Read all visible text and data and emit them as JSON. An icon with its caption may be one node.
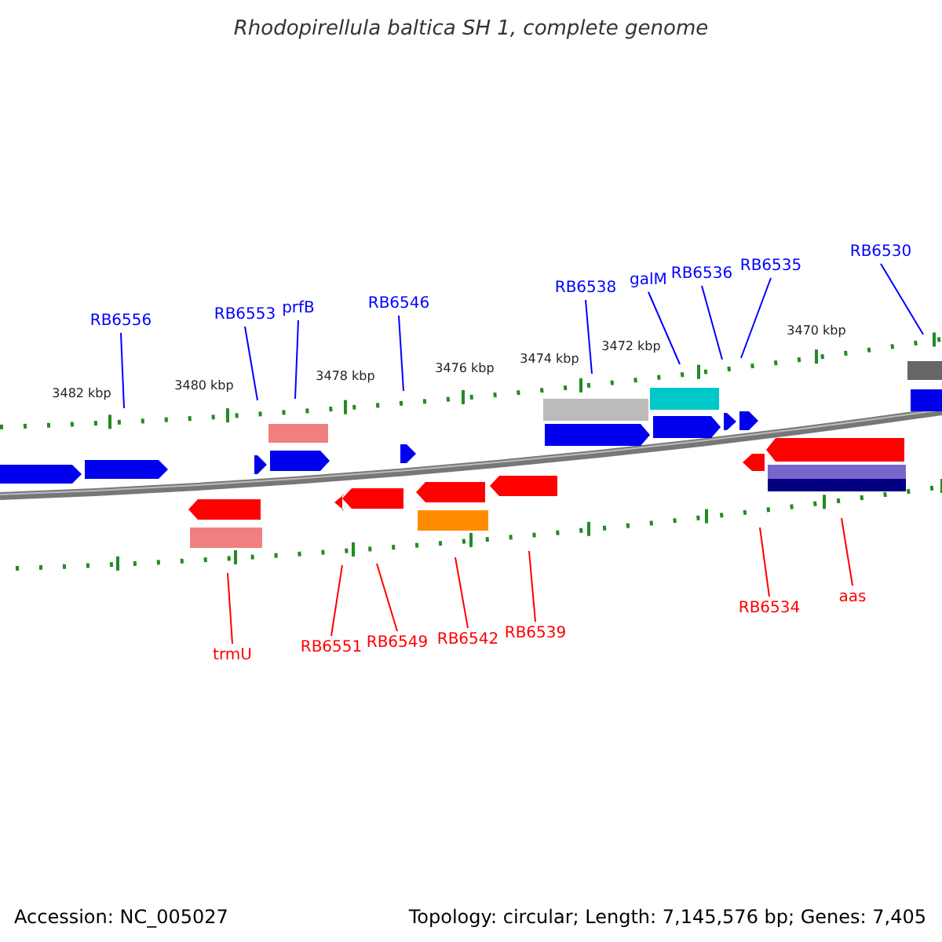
{
  "diagram": {
    "title": "Rhodopirellula baltica SH 1, complete genome",
    "nodes": [
      {
        "text": [
          "RB6556"
        ]
      },
      {
        "text": [
          "RB6553"
        ]
      },
      {
        "text": [
          "prfB"
        ]
      },
      {
        "text": [
          "RB6546"
        ]
      },
      {
        "text": [
          "RB6538"
        ]
      },
      {
        "text": [
          "galM"
        ]
      },
      {
        "text": [
          "RB6536"
        ]
      },
      {
        "text": [
          "RB6535"
        ]
      },
      {
        "text": [
          "RB6530"
        ]
      },
      {
        "text": [
          "trmU"
        ]
      },
      {
        "text": [
          "RB6551"
        ]
      },
      {
        "text": [
          "RB6549"
        ]
      },
      {
        "text": [
          "RB6542"
        ]
      },
      {
        "text": [
          "RB6539"
        ]
      },
      {
        "text": [
          "RB6534"
        ]
      },
      {
        "text": [
          "aas"
        ]
      }
    ],
    "edges": [
      {
        "from": 0,
        "to": null,
        "arrow": "none"
      },
      {
        "from": 1,
        "to": null,
        "arrow": "none"
      },
      {
        "from": 2,
        "to": null,
        "arrow": "none"
      },
      {
        "from": 3,
        "to": null,
        "arrow": "none"
      },
      {
        "from": 4,
        "to": null,
        "arrow": "none"
      },
      {
        "from": 5,
        "to": null,
        "arrow": "none"
      },
      {
        "from": 6,
        "to": null,
        "arrow": "none"
      },
      {
        "from": 7,
        "to": null,
        "arrow": "none"
      },
      {
        "from": 8,
        "to": null,
        "arrow": "none"
      },
      {
        "from": 9,
        "to": null,
        "arrow": "none",
        "color": "#ff0000"
      },
      {
        "from": 10,
        "to": null,
        "arrow": "none",
        "color": "#ff0000"
      },
      {
        "from": 11,
        "to": null,
        "arrow": "none",
        "color": "#ff0000"
      },
      {
        "from": 12,
        "to": null,
        "arrow": "none",
        "color": "#ff0000"
      },
      {
        "from": 13,
        "to": null,
        "arrow": "none",
        "color": "#ff0000"
      },
      {
        "from": 14,
        "to": null,
        "arrow": "none",
        "color": "#ff0000"
      },
      {
        "from": 15,
        "to": null,
        "arrow": "none",
        "color": "#ff0000"
      }
    ],
    "labels": [
      "3482 kbp",
      "3480 kbp",
      "3478 kbp",
      "3476 kbp",
      "3474 kbp",
      "3472 kbp",
      "3470 kbp",
      "Accession: NC_005027",
      "Topology: circular; Length: 7,145,576 bp; Genes: 7,405"
    ]
  }
}
